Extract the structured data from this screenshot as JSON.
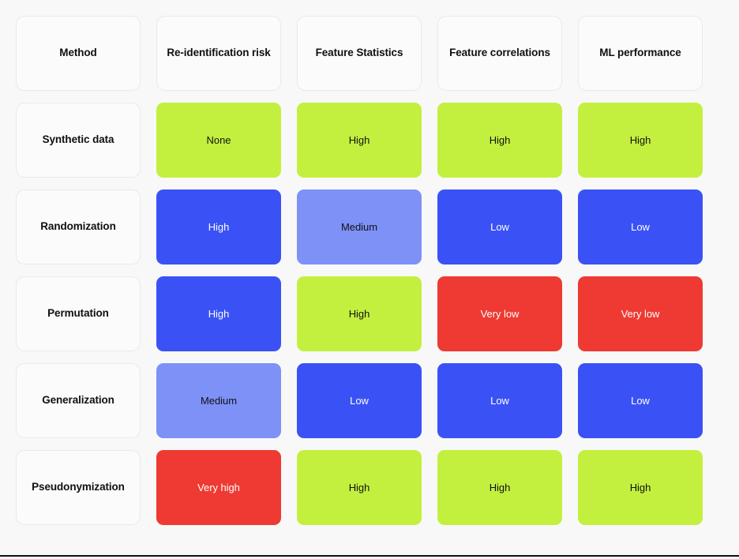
{
  "matrix": {
    "columns": [
      "Method",
      "Re-identification risk",
      "Feature Statistics",
      "Feature correlations",
      "ML performance"
    ],
    "rows": [
      {
        "method": "Synthetic data",
        "cells": [
          {
            "value": "None",
            "level": "green"
          },
          {
            "value": "High",
            "level": "green"
          },
          {
            "value": "High",
            "level": "green"
          },
          {
            "value": "High",
            "level": "green"
          }
        ]
      },
      {
        "method": "Randomization",
        "cells": [
          {
            "value": "High",
            "level": "blue-dark"
          },
          {
            "value": "Medium",
            "level": "blue-light"
          },
          {
            "value": "Low",
            "level": "blue-dark"
          },
          {
            "value": "Low",
            "level": "blue-dark"
          }
        ]
      },
      {
        "method": "Permutation",
        "cells": [
          {
            "value": "High",
            "level": "blue-dark"
          },
          {
            "value": "High",
            "level": "green"
          },
          {
            "value": "Very low",
            "level": "red"
          },
          {
            "value": "Very low",
            "level": "red"
          }
        ]
      },
      {
        "method": "Generalization",
        "cells": [
          {
            "value": "Medium",
            "level": "blue-light"
          },
          {
            "value": "Low",
            "level": "blue-dark"
          },
          {
            "value": "Low",
            "level": "blue-dark"
          },
          {
            "value": "Low",
            "level": "blue-dark"
          }
        ]
      },
      {
        "method": "Pseudonymization",
        "cells": [
          {
            "value": "Very high",
            "level": "red"
          },
          {
            "value": "High",
            "level": "green"
          },
          {
            "value": "High",
            "level": "green"
          },
          {
            "value": "High",
            "level": "green"
          }
        ]
      }
    ],
    "palette": {
      "green": {
        "background": "#c3f03f",
        "text": "#111111"
      },
      "blue-dark": {
        "background": "#3a52f5",
        "text": "#ffffff"
      },
      "blue-light": {
        "background": "#7d91f7",
        "text": "#111111"
      },
      "red": {
        "background": "#ee3a32",
        "text": "#ffffff"
      },
      "page_background": "#f8f8f8",
      "label_background": "#fbfbfb",
      "label_border": "#e9e9e9",
      "label_text": "#12100f",
      "rule": "#111111"
    }
  }
}
